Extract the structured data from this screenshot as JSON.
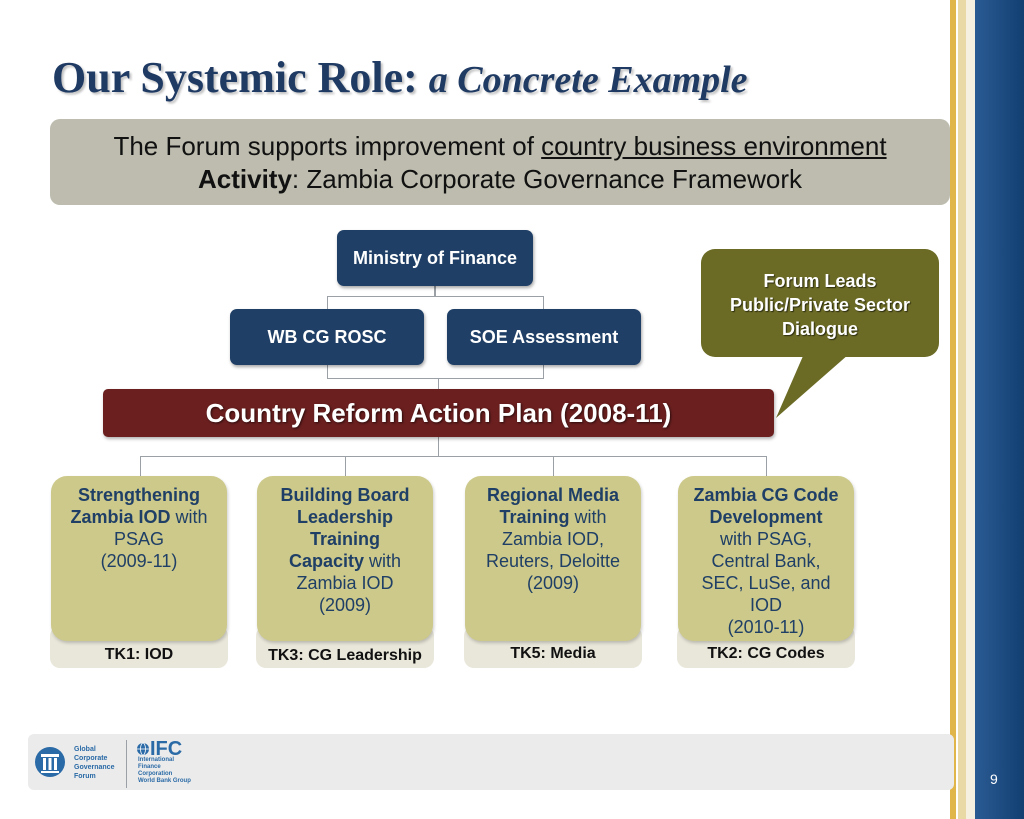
{
  "title": {
    "main": "Our Systemic Role:",
    "sub": "a Concrete Example"
  },
  "banner": {
    "line1_prefix": "The Forum supports improvement of ",
    "line1_underlined": "country business environment",
    "line2_bold": "Activity",
    "line2_rest": ": Zambia Corporate Governance Framework"
  },
  "org": {
    "ministry": "Ministry of Finance",
    "rosc": "WB CG ROSC",
    "soe": "SOE Assessment",
    "plan": "Country Reform Action Plan (2008-11)"
  },
  "callout": {
    "line1": "Forum Leads",
    "line2": "Public/Private Sector",
    "line3": "Dialogue"
  },
  "columns": [
    {
      "bold1": "Strengthening",
      "bold2": "Zambia IOD",
      "normal1": " with",
      "rest": [
        "PSAG",
        "(2009-11)"
      ],
      "tk": "TK1: IOD"
    },
    {
      "bold1": "Building Board",
      "bold2": "Leadership",
      "bold3": "Training",
      "bold4": "Capacity",
      "normal1": " with",
      "rest": [
        "Zambia IOD",
        "(2009)"
      ],
      "tk": "TK3: CG Leadership"
    },
    {
      "bold1": "Regional Media",
      "bold2": "Training",
      "normal1": " with",
      "rest": [
        "Zambia IOD,",
        "Reuters, Deloitte",
        "(2009)"
      ],
      "tk": "TK5: Media"
    },
    {
      "bold1": "Zambia CG Code",
      "bold2": "Development",
      "rest": [
        "with PSAG,",
        "Central Bank,",
        "SEC, LuSe, and",
        "IOD",
        "(2010-11)"
      ],
      "tk": "TK2: CG Codes"
    }
  ],
  "footer": {
    "logo_left_text": [
      "Global",
      "Corporate",
      "Governance",
      "Forum"
    ],
    "logo_right_title": "IFC",
    "logo_right_text": [
      "International",
      "Finance",
      "Corporation",
      "World Bank Group"
    ],
    "page_number": "9"
  },
  "colors": {
    "navy": "#1f3f66",
    "maroon": "#6b1f1f",
    "olive": "#6b6b26",
    "khaki": "#cdc98a",
    "banner": "#bdbcae"
  }
}
